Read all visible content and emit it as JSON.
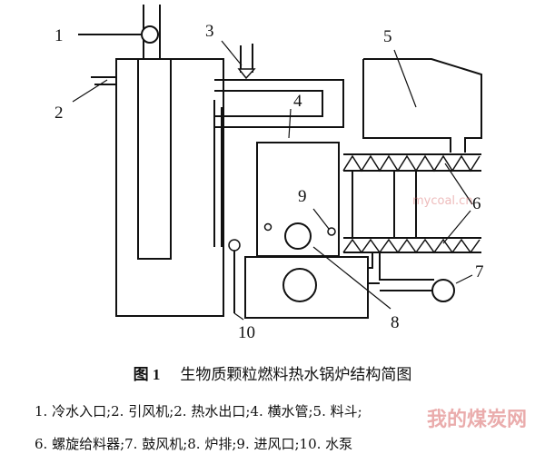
{
  "labels": {
    "n1": "1",
    "n2": "2",
    "n3": "3",
    "n4": "4",
    "n5": "5",
    "n6": "6",
    "n7": "7",
    "n8": "8",
    "n9": "9",
    "n10": "10"
  },
  "caption": {
    "figure_no": "图 1",
    "title": "生物质颗粒燃料热水锅炉结构简图"
  },
  "legend": {
    "line1": "1. 冷水入口;2. 引风机;2. 热水出口;4. 横水管;5. 料斗;",
    "line2": "6. 螺旋给料器;7. 鼓风机;8. 炉排;9. 进风口;10. 水泵"
  },
  "watermark": {
    "main": "我的煤炭网",
    "url": "mycoal.cn",
    "color": "#d96a6a"
  },
  "colors": {
    "line": "#111111",
    "background": "#ffffff"
  }
}
